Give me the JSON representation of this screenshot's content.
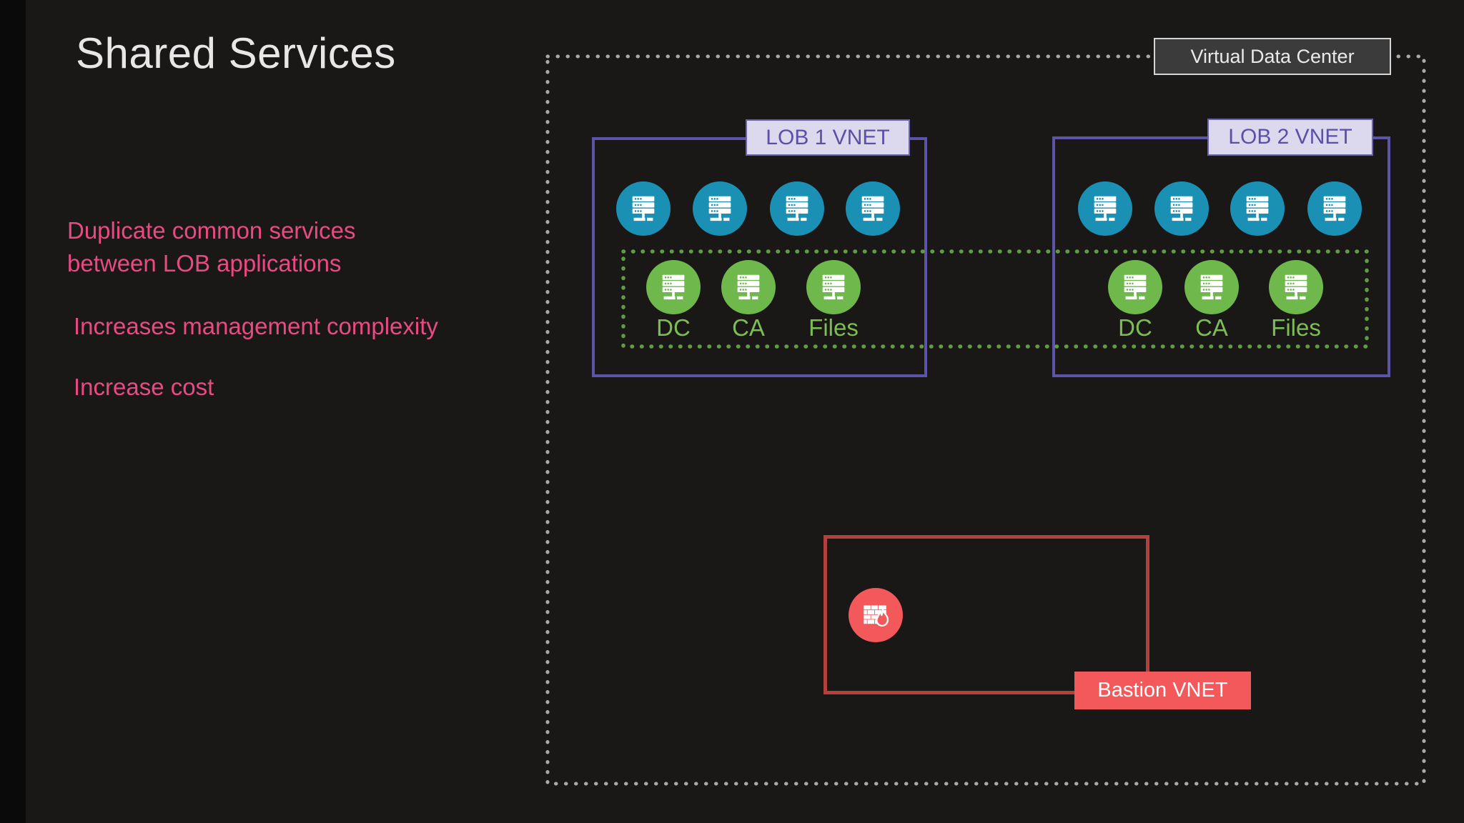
{
  "slide": {
    "title": "Shared Services",
    "notes": {
      "bullet1_line1": "Duplicate common services",
      "bullet1_line2": "between LOB applications",
      "bullet2": "Increases management complexity",
      "bullet3": "Increase cost"
    }
  },
  "vdc": {
    "label": "Virtual Data Center"
  },
  "lob1": {
    "label": "LOB 1 VNET",
    "vm_count": 4,
    "services": [
      "DC",
      "CA",
      "Files"
    ]
  },
  "lob2": {
    "label": "LOB 2 VNET",
    "vm_count": 4,
    "services": [
      "DC",
      "CA",
      "Files"
    ]
  },
  "bastion": {
    "label": "Bastion VNET"
  },
  "icons": {
    "vm": "rack-server-icon",
    "firewall": "firewall-brick-flame-icon"
  },
  "colors": {
    "slide_bg": "#1a1717",
    "title_color": "#e8e6e6",
    "pink": "#ea4a84",
    "teal": "#1a90b4",
    "green": "#6eb84c",
    "green_text": "#7cbe52",
    "green_dot": "#609c45",
    "purple": "#5c54a6",
    "purple_text": "#5a50a6",
    "lavender": "#dcd9ee",
    "vdc_dot": "#aaaaaa",
    "red": "#f3595b",
    "red_border": "#b4403e"
  }
}
